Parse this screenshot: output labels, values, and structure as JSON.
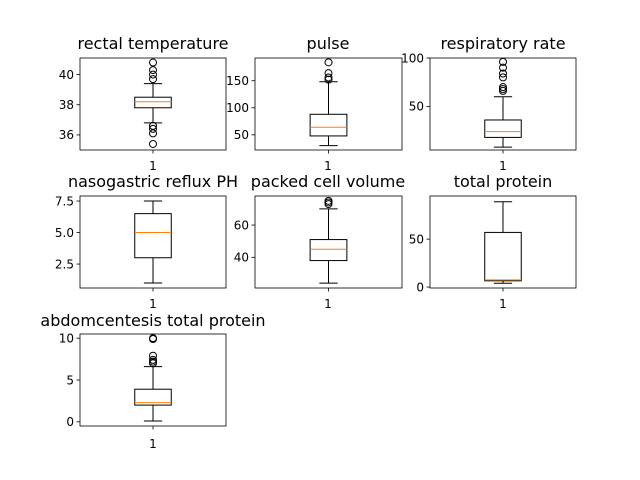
{
  "chart_data": [
    {
      "type": "box",
      "title": "rectal temperature",
      "categories": [
        "1"
      ],
      "ylim": [
        35.0,
        41.1
      ],
      "yticks": [
        36,
        38,
        40
      ],
      "box": {
        "whisker_low": 36.8,
        "q1": 37.8,
        "median": 38.2,
        "q3": 38.5,
        "whisker_high": 39.4
      },
      "outliers": [
        40.8,
        40.3,
        40.0,
        39.7,
        36.6,
        36.4,
        36.1,
        35.4
      ]
    },
    {
      "type": "box",
      "title": "pulse",
      "categories": [
        "1"
      ],
      "ylim": [
        22,
        192
      ],
      "yticks": [
        50,
        100,
        150
      ],
      "box": {
        "whisker_low": 30,
        "q1": 48,
        "median": 64,
        "q3": 88,
        "whisker_high": 148
      },
      "outliers": [
        184,
        164,
        156,
        152
      ]
    },
    {
      "type": "box",
      "title": "respiratory rate",
      "categories": [
        "1"
      ],
      "ylim": [
        5,
        100
      ],
      "yticks": [
        50,
        100
      ],
      "box": {
        "whisker_low": 8,
        "q1": 18,
        "median": 24,
        "q3": 36,
        "whisker_high": 60
      },
      "outliers": [
        96,
        90,
        84,
        80,
        70,
        68,
        66
      ]
    },
    {
      "type": "box",
      "title": "nasogastric reflux PH",
      "categories": [
        "1"
      ],
      "ylim": [
        0.6,
        7.9
      ],
      "yticks": [
        2.5,
        5.0,
        7.5
      ],
      "ytick_labels": [
        "2.5",
        "5.0",
        "7.5"
      ],
      "box": {
        "whisker_low": 1.0,
        "q1": 3.0,
        "median": 5.0,
        "q3": 6.5,
        "whisker_high": 7.5
      },
      "outliers": []
    },
    {
      "type": "box",
      "title": "packed cell volume",
      "categories": [
        "1"
      ],
      "ylim": [
        21,
        78
      ],
      "yticks": [
        40,
        60
      ],
      "box": {
        "whisker_low": 24,
        "q1": 38,
        "median": 45,
        "q3": 51,
        "whisker_high": 70
      },
      "outliers": [
        75,
        74,
        73
      ]
    },
    {
      "type": "box",
      "title": "total protein",
      "categories": [
        "1"
      ],
      "ylim": [
        -1,
        95
      ],
      "yticks": [
        0,
        50
      ],
      "box": {
        "whisker_low": 4,
        "q1": 6.5,
        "median": 7.5,
        "q3": 57,
        "whisker_high": 89
      },
      "outliers": []
    },
    {
      "type": "box",
      "title": "abdomcentesis total protein",
      "categories": [
        "1"
      ],
      "ylim": [
        -0.5,
        10.5
      ],
      "yticks": [
        0,
        5,
        10
      ],
      "box": {
        "whisker_low": 0.1,
        "q1": 2.0,
        "median": 2.3,
        "q3": 3.9,
        "whisker_high": 6.6
      },
      "outliers": [
        10.0,
        9.9,
        7.9,
        7.4,
        7.2,
        7.0
      ]
    }
  ],
  "colors": {
    "median": "#ff7f0e",
    "box": "#000000",
    "background": "#ffffff"
  }
}
